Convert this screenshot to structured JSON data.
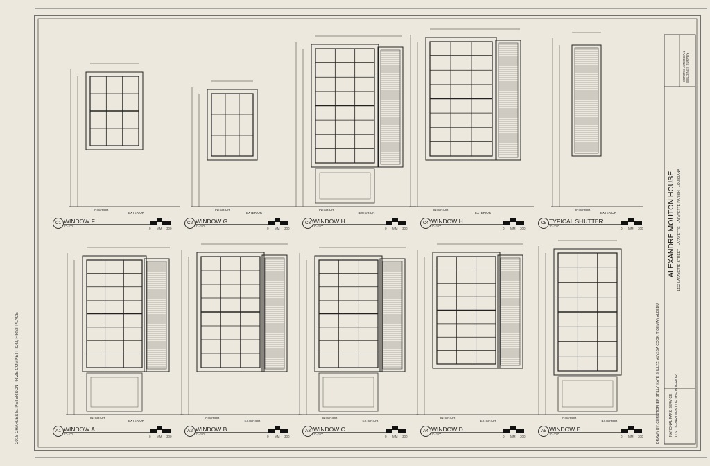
{
  "sheet": {
    "margin_note": "2015 CHARLES E. PETERSON PRIZE COMPETITION, FIRST PLACE",
    "title": "ALEXANDRE MOUTON HOUSE",
    "address": "1122 LAFAYETTE STREET · LAFAYETTE · LAFAYETTE PARISH · LOUISIANA",
    "drawn_by": "DRAWN BY: CHRISTOPHER STILLY, KATE SHULTZ, ALYSSA COOK, TIGHMAN ALBEDU",
    "agency": "NATIONAL PARK SERVICE",
    "department": "U.S. DEPARTMENT OF THE INTERIOR",
    "survey": "HISTORIC AMERICAN BUILDINGS SURVEY",
    "interior_label": "INTERIOR",
    "exterior_label": "EXTERIOR",
    "scale_bar": {
      "start": "0",
      "unit": "MM",
      "end": "300"
    }
  },
  "views": [
    {
      "id": "C1",
      "title": "WINDOW F",
      "scale": "1\"=1'0\""
    },
    {
      "id": "C2",
      "title": "WINDOW G",
      "scale": "1\"=1'0\""
    },
    {
      "id": "C3",
      "title": "WINDOW H",
      "scale": "1\"=1'0\""
    },
    {
      "id": "C4",
      "title": "WINDOW H",
      "scale": "1\"=1'0\""
    },
    {
      "id": "C5",
      "title": "TYPICAL SHUTTER",
      "scale": "1\"=1'0\""
    },
    {
      "id": "A1",
      "title": "WINDOW A",
      "scale": "1\"=1'0\""
    },
    {
      "id": "A2",
      "title": "WINDOW B",
      "scale": "1\"=1'0\""
    },
    {
      "id": "A3",
      "title": "WINDOW C",
      "scale": "1\"=1'0\""
    },
    {
      "id": "A4",
      "title": "WINDOW D",
      "scale": "1\"=1'0\""
    },
    {
      "id": "A5",
      "title": "WINDOW E",
      "scale": "1\"=1'0\""
    }
  ]
}
